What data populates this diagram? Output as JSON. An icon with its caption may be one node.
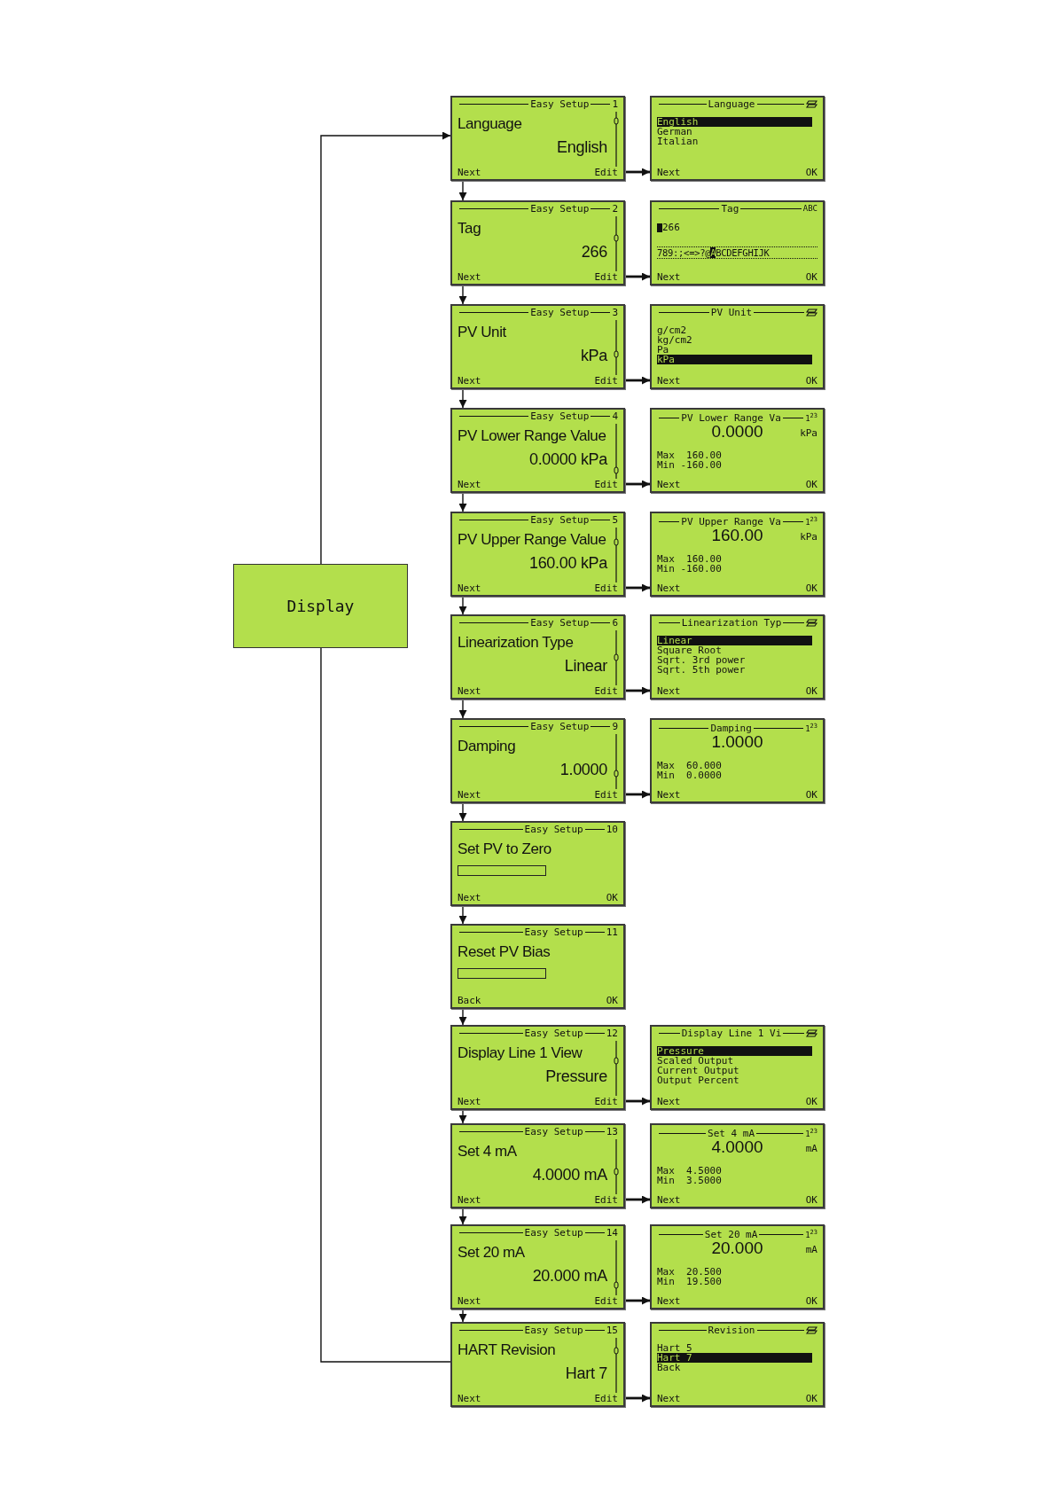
{
  "diagram": {
    "nodes": [
      {
        "text": [
          "Display"
        ]
      },
      {
        "text": [
          "Easy Setup",
          "1",
          "Language",
          "English",
          "Next",
          "Edit"
        ]
      },
      {
        "text": [
          "Language",
          "English",
          "German",
          "Italian",
          "Next",
          "OK"
        ]
      },
      {
        "text": [
          "Easy Setup",
          "2",
          "Tag",
          "266",
          "Next",
          "Edit"
        ]
      },
      {
        "text": [
          "Tag",
          "ABC",
          "266",
          "789:;<=>?@ABCDEFGHIJK",
          "Next",
          "OK"
        ]
      },
      {
        "text": [
          "Easy Setup",
          "3",
          "PV Unit",
          "kPa",
          "Next",
          "Edit"
        ]
      },
      {
        "text": [
          "PV Unit",
          "g/cm2",
          "kg/cm2",
          "Pa",
          "kPa",
          "Next",
          "OK"
        ]
      },
      {
        "text": [
          "Easy Setup",
          "4",
          "PV Lower Range Value",
          "0.0000 kPa",
          "Next",
          "Edit"
        ]
      },
      {
        "text": [
          "PV Lower Range Va",
          "1$^{23}$",
          "0.0000",
          "kPa",
          "Max  160.00",
          "Min -160.00",
          "Next",
          "OK"
        ]
      },
      {
        "text": [
          "Easy Setup",
          "5",
          "PV Upper Range Value",
          "160.00 kPa",
          "Next",
          "Edit"
        ]
      },
      {
        "text": [
          "PV Upper Range Va",
          "1$^{23}$",
          "160.00",
          "kPa",
          "Max  160.00",
          "Min -160.00",
          "Next",
          "OK"
        ]
      },
      {
        "text": [
          "Easy Setup",
          "6",
          "Linearization Type",
          "Linear",
          "Next",
          "Edit"
        ]
      },
      {
        "text": [
          "Linearization Typ",
          "Linear",
          "Square Root",
          "Sqrt. 3rd power",
          "Sqrt. 5th power",
          "Next",
          "OK"
        ]
      },
      {
        "text": [
          "Easy Setup",
          "9",
          "Damping",
          "1.0000",
          "Next",
          "Edit"
        ]
      },
      {
        "text": [
          "Damping",
          "1$^{23}$",
          "1.0000",
          "Max  60.000",
          "Min  0.0000",
          "Next",
          "OK"
        ]
      },
      {
        "text": [
          "Easy Setup",
          "10",
          "Set PV to Zero",
          "Next",
          "OK"
        ]
      },
      {
        "text": [
          "Easy Setup",
          "11",
          "Reset PV Bias",
          "Back",
          "OK"
        ]
      },
      {
        "text": [
          "Easy Setup",
          "12",
          "Display Line 1 View",
          "Pressure",
          "Next",
          "Edit"
        ]
      },
      {
        "text": [
          "Display Line 1 Vi",
          "Pressure",
          "Scaled Output",
          "Current Output",
          "Output Percent",
          "Next",
          "OK"
        ]
      },
      {
        "text": [
          "Easy Setup",
          "13",
          "Set 4 mA",
          "4.0000 mA",
          "Next",
          "Edit"
        ]
      },
      {
        "text": [
          "Set 4 mA",
          "1$^{23}$",
          "4.0000",
          "mA",
          "Max  4.5000",
          "Min  3.5000",
          "Next",
          "OK"
        ]
      },
      {
        "text": [
          "Easy Setup",
          "14",
          "Set 20 mA",
          "20.000 mA",
          "Next",
          "Edit"
        ]
      },
      {
        "text": [
          "Set 20 mA",
          "1$^{23}$",
          "20.000",
          "mA",
          "Max  20.500",
          "Min  19.500",
          "Next",
          "OK"
        ]
      },
      {
        "text": [
          "Easy Setup",
          "15",
          "HART Revision",
          "Hart 7",
          "Next",
          "Edit"
        ]
      },
      {
        "text": [
          "Revision",
          "Hart 5",
          "Hart 7",
          "Back",
          "Next",
          "OK"
        ]
      }
    ],
    "edges": [
      {
        "from": 0,
        "to": 1,
        "arrow": "to"
      },
      {
        "from": 0,
        "to": 23,
        "arrow": "none"
      },
      {
        "from": 1,
        "to": 2,
        "arrow": "to"
      },
      {
        "from": 1,
        "to": 3,
        "arrow": "to"
      },
      {
        "from": 3,
        "to": 4,
        "arrow": "to"
      },
      {
        "from": 3,
        "to": 5,
        "arrow": "to"
      },
      {
        "from": 5,
        "to": 6,
        "arrow": "to"
      },
      {
        "from": 5,
        "to": 7,
        "arrow": "to"
      },
      {
        "from": 7,
        "to": 8,
        "arrow": "to"
      },
      {
        "from": 7,
        "to": 9,
        "arrow": "to"
      },
      {
        "from": 9,
        "to": 10,
        "arrow": "to"
      },
      {
        "from": 9,
        "to": 11,
        "arrow": "to"
      },
      {
        "from": 11,
        "to": 12,
        "arrow": "to"
      },
      {
        "from": 11,
        "to": 13,
        "arrow": "to"
      },
      {
        "from": 13,
        "to": 14,
        "arrow": "to"
      },
      {
        "from": 13,
        "to": 15,
        "arrow": "to"
      },
      {
        "from": 15,
        "to": 16,
        "arrow": "to"
      },
      {
        "from": 16,
        "to": 17,
        "arrow": "to"
      },
      {
        "from": 17,
        "to": 18,
        "arrow": "to"
      },
      {
        "from": 17,
        "to": 19,
        "arrow": "to"
      },
      {
        "from": 19,
        "to": 20,
        "arrow": "to"
      },
      {
        "from": 19,
        "to": 21,
        "arrow": "to"
      },
      {
        "from": 21,
        "to": 22,
        "arrow": "to"
      },
      {
        "from": 21,
        "to": 23,
        "arrow": "to"
      },
      {
        "from": 23,
        "to": 24,
        "arrow": "to"
      }
    ]
  }
}
